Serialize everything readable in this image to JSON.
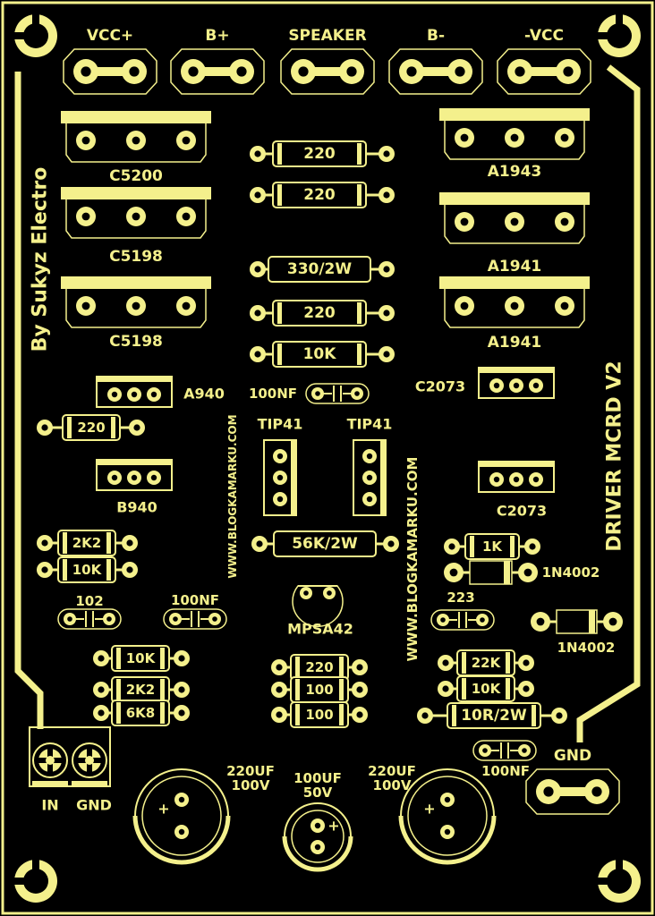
{
  "colors": {
    "copper": "#f4f08c",
    "background": "#000000"
  },
  "board": {
    "title": "DRIVER MCRD V2",
    "author": "By Sukyz Electro",
    "website_left": "WWW.BLOGKAMARKU.COM",
    "website_right": "WWW.BLOGKAMARKU.COM"
  },
  "connectors": [
    "VCC+",
    "B+",
    "SPEAKER",
    "B-",
    "-VCC",
    "GND"
  ],
  "terminal": {
    "in": "IN",
    "gnd": "GND"
  },
  "power_transistors": [
    "C5200",
    "C5198",
    "C5198",
    "A1943",
    "A1941",
    "A1941"
  ],
  "small_transistors": [
    "A940",
    "B940",
    "C2073",
    "C2073",
    "TIP41",
    "TIP41",
    "MPSA42"
  ],
  "resistors": [
    "220",
    "220",
    "330/2W",
    "220",
    "10K",
    "220",
    "2K2",
    "10K",
    "56K/2W",
    "1K",
    "22K",
    "10K",
    "10R/2W",
    "10K",
    "2K2",
    "6K8",
    "220",
    "100",
    "100",
    ""
  ],
  "capacitors": [
    "100NF",
    "102",
    "100NF",
    "223",
    "100NF"
  ],
  "diodes": [
    "1N4002",
    "1N4002"
  ],
  "electrolytics": [
    {
      "value": "220UF",
      "voltage": "100V"
    },
    {
      "value": "100UF",
      "voltage": "50V"
    },
    {
      "value": "220UF",
      "voltage": "100V"
    }
  ],
  "polarity_mark": "+"
}
